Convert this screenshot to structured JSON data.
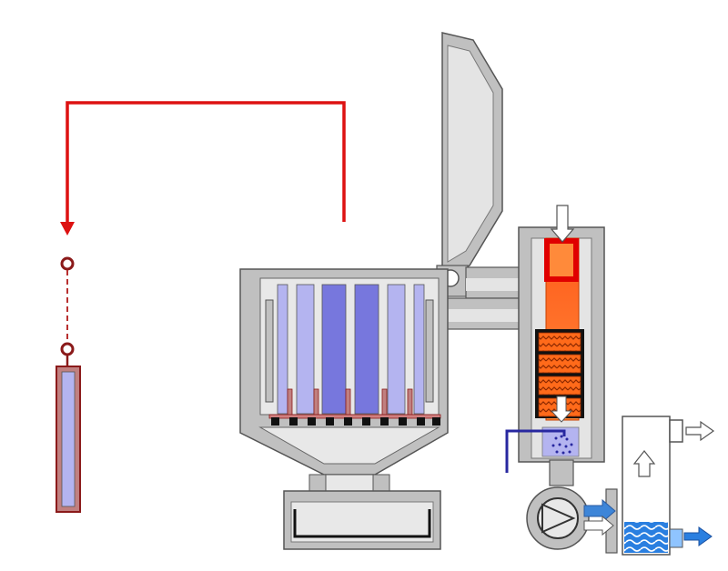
{
  "diagram": {
    "colors": {
      "background": "#ffffff",
      "steel": "#c0c0c0",
      "steel_light": "#e4e4e4",
      "steel_dark": "#9a9a9a",
      "outline": "#555555",
      "cell_light": "#b4b4f0",
      "cell_dark": "#7777dd",
      "red_path": "#dd1111",
      "copper": "#c08080",
      "dark_red": "#8b1a1a",
      "orange": "#ff6a1a",
      "orange_dark": "#c84000",
      "orange_light": "#ff9a4a",
      "hot_red": "#e00000",
      "blue_line": "#2828a0",
      "water": "#2a7fe0",
      "water_light": "#8fc4ff",
      "arrow_blue": "#3d85d8",
      "black": "#111111"
    },
    "parts": [
      "lift-path",
      "suspended-cell",
      "furnace-vessel",
      "hinged-lid",
      "off-gas-duct",
      "filter-housing",
      "pump",
      "scrubber-tower"
    ]
  }
}
